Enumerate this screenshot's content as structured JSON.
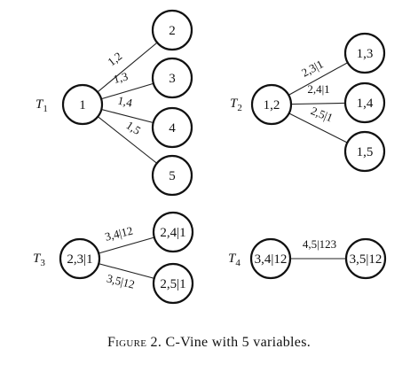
{
  "figure": {
    "caption_label": "Figure 2.",
    "caption_text": "C-Vine with 5 variables."
  },
  "trees": [
    {
      "label": "T",
      "subscript": "1",
      "nodes": [
        {
          "id": "n1",
          "label": "1"
        },
        {
          "id": "n2",
          "label": "2"
        },
        {
          "id": "n3",
          "label": "3"
        },
        {
          "id": "n4",
          "label": "4"
        },
        {
          "id": "n5",
          "label": "5"
        }
      ],
      "edges": [
        {
          "from": "n1",
          "to": "n2",
          "label": "1,2"
        },
        {
          "from": "n1",
          "to": "n3",
          "label": "1,3"
        },
        {
          "from": "n1",
          "to": "n4",
          "label": "1,4"
        },
        {
          "from": "n1",
          "to": "n5",
          "label": "1,5"
        }
      ]
    },
    {
      "label": "T",
      "subscript": "2",
      "nodes": [
        {
          "id": "m12",
          "label": "1,2"
        },
        {
          "id": "m13",
          "label": "1,3"
        },
        {
          "id": "m14",
          "label": "1,4"
        },
        {
          "id": "m15",
          "label": "1,5"
        }
      ],
      "edges": [
        {
          "from": "m12",
          "to": "m13",
          "label": "2,3|1"
        },
        {
          "from": "m12",
          "to": "m14",
          "label": "2,4|1"
        },
        {
          "from": "m12",
          "to": "m15",
          "label": "2,5|1"
        }
      ]
    },
    {
      "label": "T",
      "subscript": "3",
      "nodes": [
        {
          "id": "p231",
          "label": "2,3|1"
        },
        {
          "id": "p241",
          "label": "2,4|1"
        },
        {
          "id": "p251",
          "label": "2,5|1"
        }
      ],
      "edges": [
        {
          "from": "p231",
          "to": "p241",
          "label": "3,4|12"
        },
        {
          "from": "p231",
          "to": "p251",
          "label": "3,5|12"
        }
      ]
    },
    {
      "label": "T",
      "subscript": "4",
      "nodes": [
        {
          "id": "q3412",
          "label": "3,4|12"
        },
        {
          "id": "q3512",
          "label": "3,5|12"
        }
      ],
      "edges": [
        {
          "from": "q3412",
          "to": "q3512",
          "label": "4,5|123"
        }
      ]
    }
  ]
}
